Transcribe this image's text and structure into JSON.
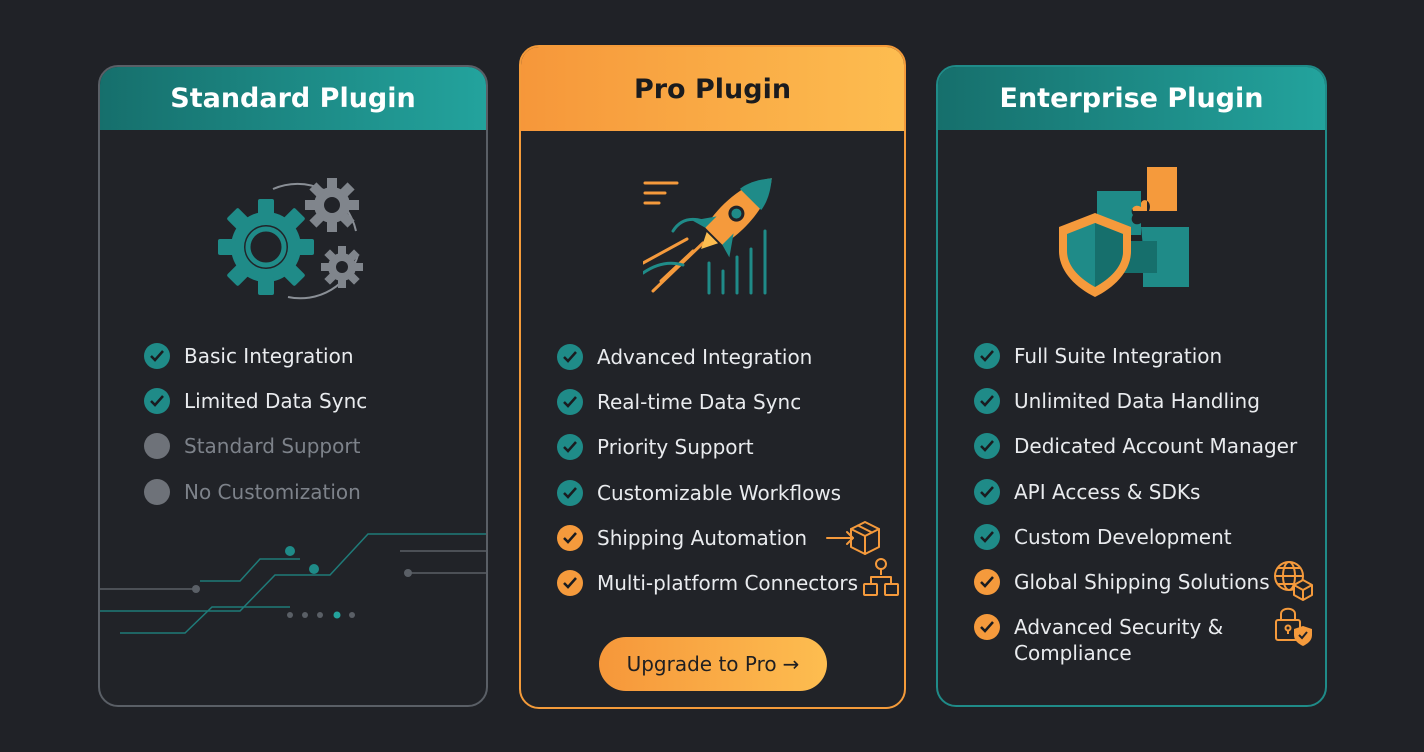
{
  "plans": [
    {
      "title": "Standard Plugin",
      "icon": "gears-icon",
      "features": [
        {
          "label": "Basic Integration",
          "status": "included"
        },
        {
          "label": "Limited Data Sync",
          "status": "included"
        },
        {
          "label": "Standard Support",
          "status": "excluded"
        },
        {
          "label": "No Customization",
          "status": "excluded"
        }
      ]
    },
    {
      "title": "Pro Plugin",
      "icon": "rocket-icon",
      "features": [
        {
          "label": "Advanced Integration",
          "status": "included"
        },
        {
          "label": "Real-time Data Sync",
          "status": "included"
        },
        {
          "label": "Priority Support",
          "status": "included"
        },
        {
          "label": "Customizable Workflows",
          "status": "included"
        },
        {
          "label": "Shipping Automation",
          "status": "highlight",
          "icon": "package-arrow-icon"
        },
        {
          "label": "Multi-platform Connectors",
          "status": "highlight",
          "icon": "network-nodes-icon"
        }
      ],
      "cta": {
        "label": "Upgrade to Pro",
        "arrow": "→"
      }
    },
    {
      "title": "Enterprise Plugin",
      "icon": "shield-puzzle-icon",
      "features": [
        {
          "label": "Full Suite Integration",
          "status": "included"
        },
        {
          "label": "Unlimited Data Handling",
          "status": "included"
        },
        {
          "label": "Dedicated Account Manager",
          "status": "included"
        },
        {
          "label": "API Access & SDKs",
          "status": "included"
        },
        {
          "label": "Custom Development",
          "status": "included"
        },
        {
          "label": "Global Shipping Solutions",
          "status": "highlight",
          "icon": "globe-package-icon"
        },
        {
          "label": "Advanced Security &",
          "label2": "Compliance",
          "status": "highlight",
          "icon": "lock-shield-icon"
        }
      ]
    }
  ],
  "colors": {
    "background": "#202227",
    "teal": "#1f8b88",
    "orange": "#f59a3c",
    "muted": "#6e7279"
  }
}
